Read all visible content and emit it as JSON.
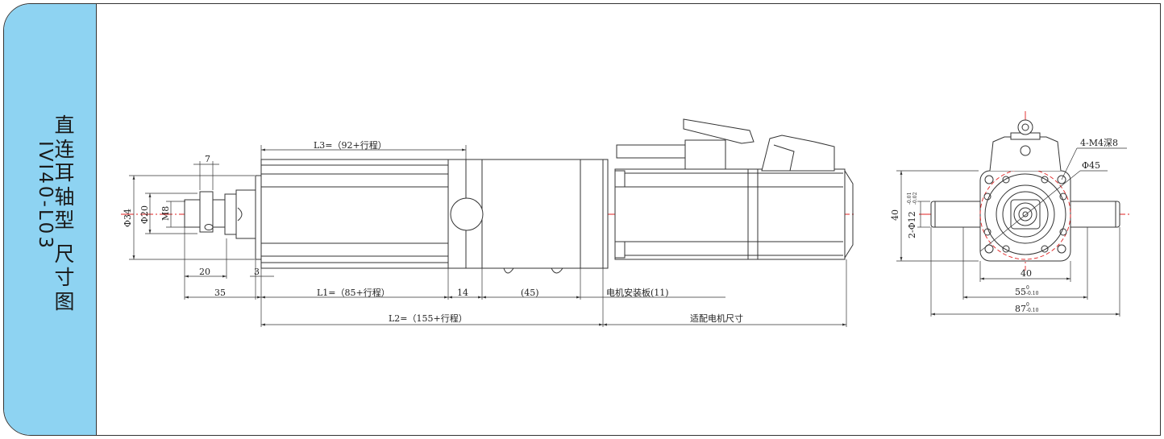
{
  "sidebar": {
    "title_chars": [
      "直",
      "连",
      "耳",
      "轴",
      "型",
      "尺",
      "寸",
      "图"
    ],
    "model": "IVI40-L03"
  },
  "drawing": {
    "side_view": {
      "dim_7": "7",
      "dim_phi34": "Φ34",
      "dim_phi20": "Φ20",
      "dim_m8": "M8",
      "dim_20": "20",
      "dim_3": "3",
      "dim_35": "35",
      "dim_l3": "L3=（92+行程）",
      "dim_l1": "L1=（85+行程）",
      "dim_14": "14",
      "dim_45": "(45)",
      "dim_motor_plate": "电机安装板(11)",
      "dim_l2": "L2=（155+行程）",
      "dim_motor_size": "适配电机尺寸"
    },
    "end_view": {
      "thread_callout": "4-M4深8",
      "dim_phi45": "Φ45",
      "dim_40_vertical": "40",
      "dim_2phi12": "2-Φ12",
      "dim_2phi12_tol_upper": "-0.01",
      "dim_2phi12_tol_lower": "-0.02",
      "dim_40_horizontal": "40",
      "dim_55": "55",
      "dim_55_tol_upper": "0",
      "dim_55_tol_lower": "-0.10",
      "dim_87": "87",
      "dim_87_tol_upper": "0",
      "dim_87_tol_lower": "-0.10"
    }
  },
  "colors": {
    "sidebar": "#8ed3f2",
    "line": "#333333",
    "centerline": "#e02020"
  }
}
